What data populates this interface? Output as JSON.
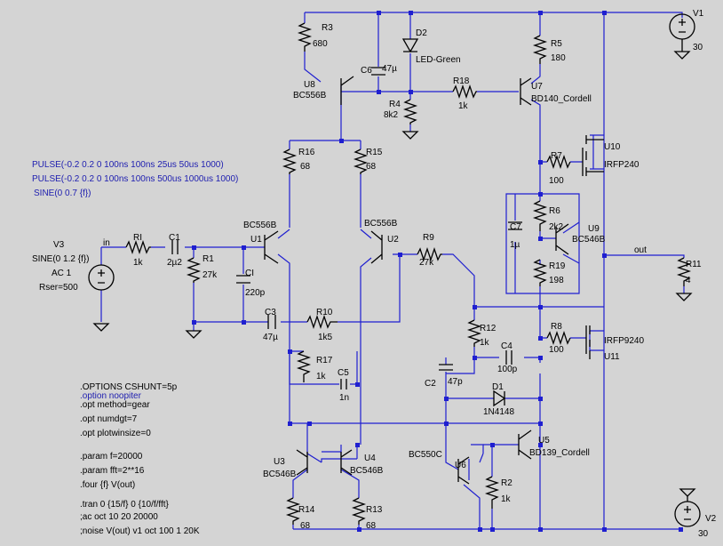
{
  "components": {
    "R3": {
      "ref": "R3",
      "value": "680"
    },
    "R5": {
      "ref": "R5",
      "value": "180"
    },
    "D2": {
      "ref": "D2",
      "value": "LED-Green"
    },
    "C6": {
      "ref": "C6",
      "value": "47µ"
    },
    "U8": {
      "ref": "U8",
      "value": "BC556B"
    },
    "R4": {
      "ref": "R4",
      "value": "8k2"
    },
    "R18": {
      "ref": "R18",
      "value": "1k"
    },
    "U7": {
      "ref": "U7",
      "value": "BD140_Cordell"
    },
    "R16": {
      "ref": "R16",
      "value": "68"
    },
    "R15": {
      "ref": "R15",
      "value": "68"
    },
    "R7": {
      "ref": "R7",
      "value": "100"
    },
    "U10": {
      "ref": "U10",
      "value": "IRFP240"
    },
    "R6": {
      "ref": "R6",
      "value": "2k2"
    },
    "C7": {
      "ref": "C7",
      "value": "1µ"
    },
    "U9": {
      "ref": "U9",
      "value": "BC546B"
    },
    "R19": {
      "ref": "R19",
      "value": "198"
    },
    "U1": {
      "ref": "U1",
      "value": "BC556B"
    },
    "U2": {
      "ref": "U2",
      "value": "BC556B"
    },
    "R9": {
      "ref": "R9",
      "value": "27k"
    },
    "RI": {
      "ref": "RI",
      "value": "1k"
    },
    "C1": {
      "ref": "C1",
      "value": "2µ2"
    },
    "R1": {
      "ref": "R1",
      "value": "27k"
    },
    "CI": {
      "ref": "CI",
      "value": "220p"
    },
    "C3": {
      "ref": "C3",
      "value": "47µ"
    },
    "R10": {
      "ref": "R10",
      "value": "1k5"
    },
    "R12": {
      "ref": "R12",
      "value": "1k"
    },
    "C4": {
      "ref": "C4",
      "value": "100p"
    },
    "R8": {
      "ref": "R8",
      "value": "100"
    },
    "U11": {
      "ref": "U11",
      "value": "IRFP9240"
    },
    "R11": {
      "ref": "R11",
      "value": "4"
    },
    "R17": {
      "ref": "R17",
      "value": "1k"
    },
    "C5": {
      "ref": "C5",
      "value": "1n"
    },
    "C2": {
      "ref": "C2",
      "value": "47p"
    },
    "D1": {
      "ref": "D1",
      "value": "1N4148"
    },
    "U5": {
      "ref": "U5",
      "value": "BD139_Cordell"
    },
    "U6": {
      "ref": "U6",
      "value": "BC550C"
    },
    "R2": {
      "ref": "R2",
      "value": "1k"
    },
    "U3": {
      "ref": "U3",
      "value": "BC546B"
    },
    "U4": {
      "ref": "U4",
      "value": "BC546B"
    },
    "R14": {
      "ref": "R14",
      "value": "68"
    },
    "R13": {
      "ref": "R13",
      "value": "68"
    }
  },
  "sources": {
    "V1": {
      "ref": "V1",
      "value": "30"
    },
    "V2": {
      "ref": "V2",
      "value": "30"
    },
    "V3": {
      "ref": "V3",
      "lines": [
        "SINE(0 1.2 {f})",
        "AC 1",
        "Rser=500"
      ]
    }
  },
  "net_labels": {
    "in": "in",
    "out": "out"
  },
  "pulse_comments": [
    "PULSE(-0.2 0.2 0 100ns 100ns 25us 50us 1000)",
    "PULSE(-0.2 0.2 0 100ns 100ns 500us 1000us 1000)",
    "SINE(0 0.7 {f})"
  ],
  "directives": [
    ".OPTIONS CSHUNT=5p",
    ".option noopiter",
    ".opt method=gear",
    ".opt numdgt=7",
    ".opt plotwinsize=0",
    ".param f=20000",
    ".param fft=2**16",
    ".four {f} V(out)",
    ".tran 0 {15/f} 0 {10/f/fft}",
    ";ac oct 10 20 20000",
    ";noise V(out) v1 oct 100 1 20K"
  ],
  "colors": {
    "background": "#d4d4d4",
    "wire": "#1f1fd0",
    "component": "#000000",
    "directive_text": "#2020b0"
  }
}
